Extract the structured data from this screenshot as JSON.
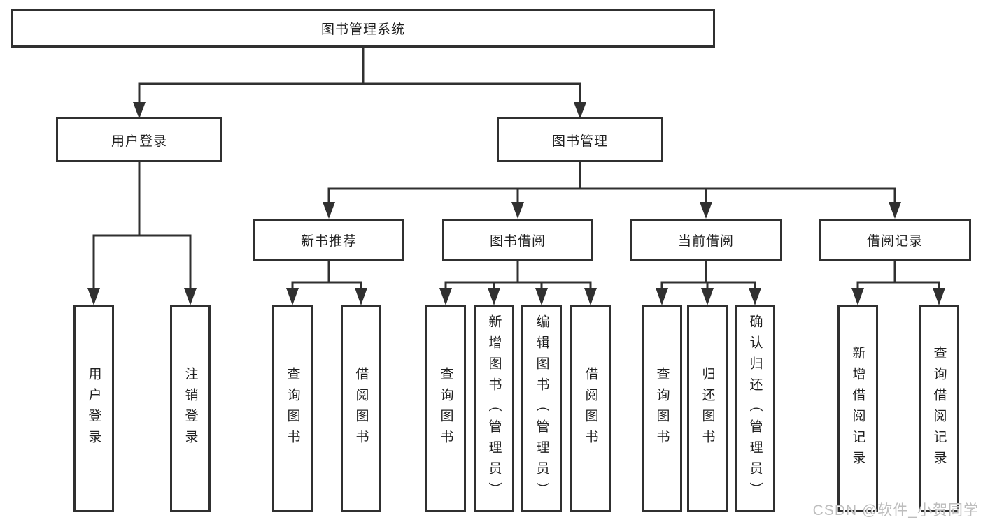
{
  "diagram": {
    "nodes": {
      "root": "图书管理系统",
      "user_login": "用户登录",
      "book_mgmt": "图书管理",
      "new_book_rec": "新书推荐",
      "book_borrow": "图书借阅",
      "current_borrow": "当前借阅",
      "borrow_record": "借阅记录",
      "leaf_user_login": "用户登录",
      "leaf_logout": "注销登录",
      "rec_query_book": "查询图书",
      "rec_borrow_book": "借阅图书",
      "bb_query_book": "查询图书",
      "bb_add_book": "新增图书（管理员）",
      "bb_edit_book": "编辑图书（管理员）",
      "bb_borrow_book": "借阅图书",
      "cb_query_book": "查询图书",
      "cb_return_book": "归还图书",
      "cb_confirm_return": "确认归还（管理员）",
      "br_add_record": "新增借阅记录",
      "br_query_record": "查询借阅记录"
    },
    "watermark": "CSDN @软件_小贺同学",
    "colors": {
      "line": "#303030",
      "box_border": "#303030",
      "box_fill": "#ffffff",
      "text": "#1f1f1f",
      "watermark": "#bdbdbd",
      "background": "#ffffff"
    }
  }
}
